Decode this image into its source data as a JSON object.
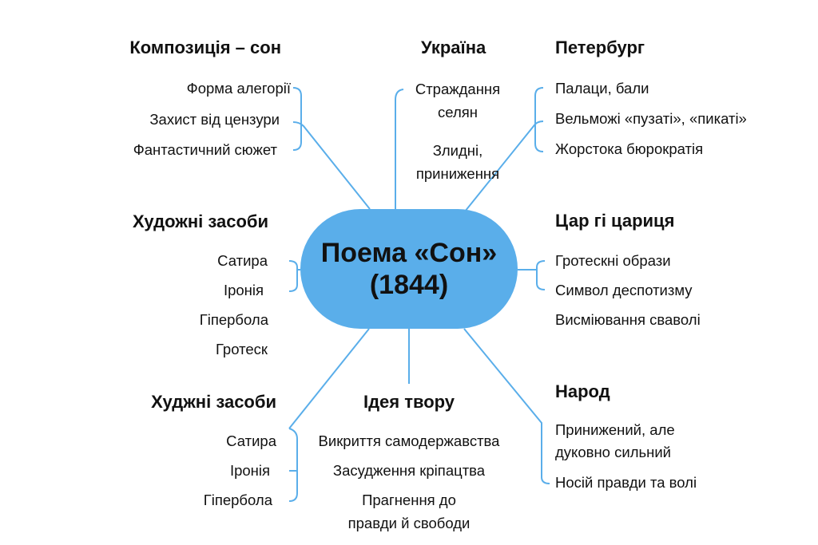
{
  "center": {
    "line1": "Поема «Сон»",
    "line2": "(1844)"
  },
  "colors": {
    "node": "#5aaeea",
    "lines": "#5aaeea"
  },
  "branches": {
    "composition": {
      "title": "Композиція – сон",
      "items": [
        "Форма алегорії",
        "Захист від цензури",
        "Фантастичний сюжет"
      ]
    },
    "ukraine": {
      "title": "Україна",
      "items": [
        "Страждання",
        "селян",
        "Злидні,",
        "приниження"
      ]
    },
    "petersburg": {
      "title": "Петербург",
      "items": [
        "Палаци, бали",
        "Вельможі «пузаті», «пикаті»",
        "Жорстока бюрократія"
      ]
    },
    "art_means": {
      "title": "Художні засоби",
      "items": [
        "Сатира",
        "Іронія",
        "Гіпербола",
        "Гротеск"
      ]
    },
    "tsar": {
      "title": "Цар гі цариця",
      "items": [
        "Гротескні образи",
        "Символ деспотизму",
        "Висміювання сваволі"
      ]
    },
    "art_means2": {
      "title": "Худжні засоби",
      "items": [
        "Сатира",
        "Іронія",
        "Гіпербола"
      ]
    },
    "idea": {
      "title": "Ідея твору",
      "items": [
        "Викриття самодержавства",
        "Засудження кріпацтва",
        "Прагнення до",
        "правди й свободи"
      ]
    },
    "people": {
      "title": "Народ",
      "items": [
        "Принижений, але",
        "дуковно сильний",
        "Носій правди та волі"
      ]
    }
  }
}
